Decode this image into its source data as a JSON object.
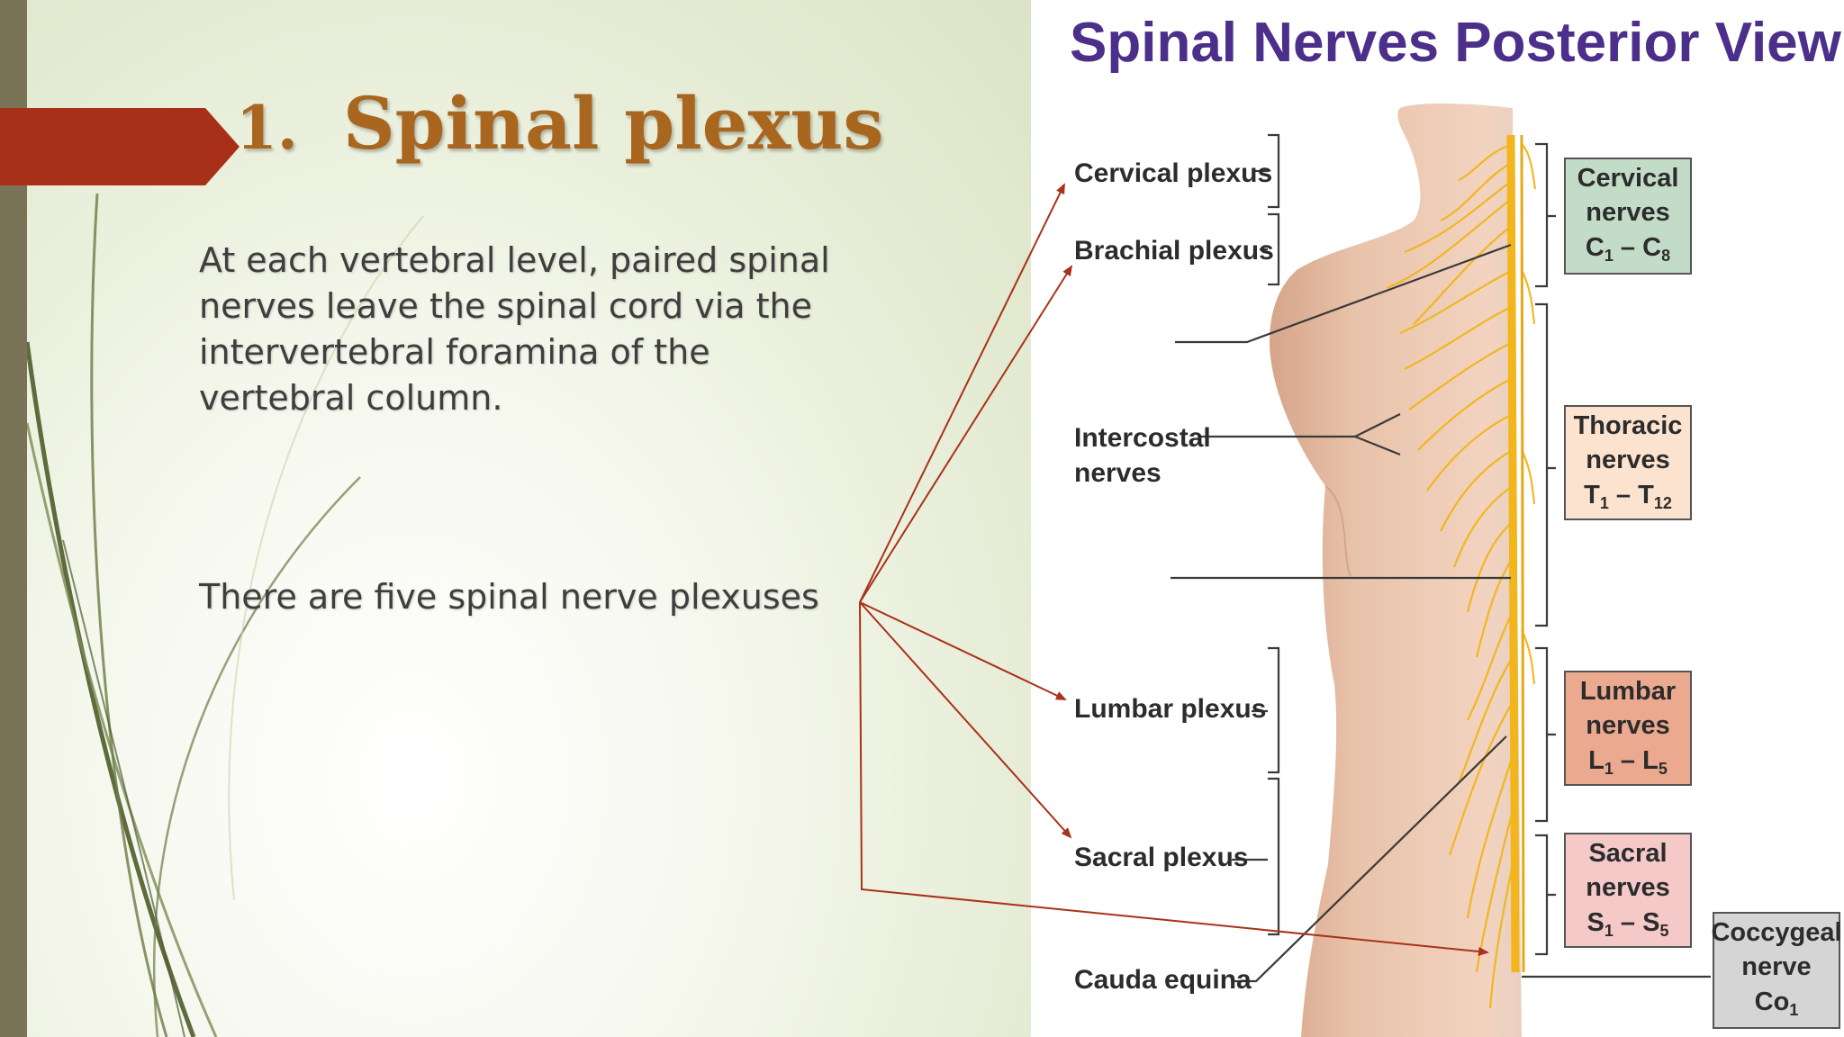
{
  "slide": {
    "title_number": "1.",
    "title": "Spinal plexus",
    "paragraph1": "At each vertebral level, paired spinal nerves leave the spinal cord via the intervertebral foramina of the vertebral column.",
    "paragraph2": "There are five spinal nerve plexuses"
  },
  "diagram": {
    "title": "Spinal Nerves Posterior View",
    "left_labels": {
      "cervical_plexus": "Cervical plexus",
      "brachial_plexus": "Brachial plexus",
      "intercostal_1": "Intercostal",
      "intercostal_2": "nerves",
      "lumbar_plexus": "Lumbar plexus",
      "sacral_plexus": "Sacral plexus",
      "cauda_equina": "Cauda equina"
    },
    "boxes": {
      "cervical": {
        "line1": "Cervical",
        "line2": "nerves",
        "l3a": "C",
        "l3a_sub": "1",
        "l3b": " – C",
        "l3b_sub": "8"
      },
      "thoracic": {
        "line1": "Thoracic",
        "line2": "nerves",
        "l3a": "T",
        "l3a_sub": "1",
        "l3b": " – T",
        "l3b_sub": "12"
      },
      "lumbar": {
        "line1": "Lumbar",
        "line2": "nerves",
        "l3a": "L",
        "l3a_sub": "1",
        "l3b": " – L",
        "l3b_sub": "5"
      },
      "sacral": {
        "line1": "Sacral",
        "line2": "nerves",
        "l3a": "S",
        "l3a_sub": "1",
        "l3b": " – S",
        "l3b_sub": "5"
      },
      "coccygeal": {
        "line1": "Coccygeal",
        "line2": "nerve",
        "l3a": "Co",
        "l3a_sub": "1"
      }
    }
  },
  "colors": {
    "title": "#a8661f",
    "accent_arrow": "#a8321a",
    "diagram_title": "#4b2f8a",
    "cervical_box": "#c3dcc7",
    "thoracic_box": "#fbe3cf",
    "lumbar_box": "#eba98f",
    "sacral_box": "#f6c9c9",
    "coccygeal_box": "#d5d5d5",
    "nerves": "#f2b51b"
  }
}
